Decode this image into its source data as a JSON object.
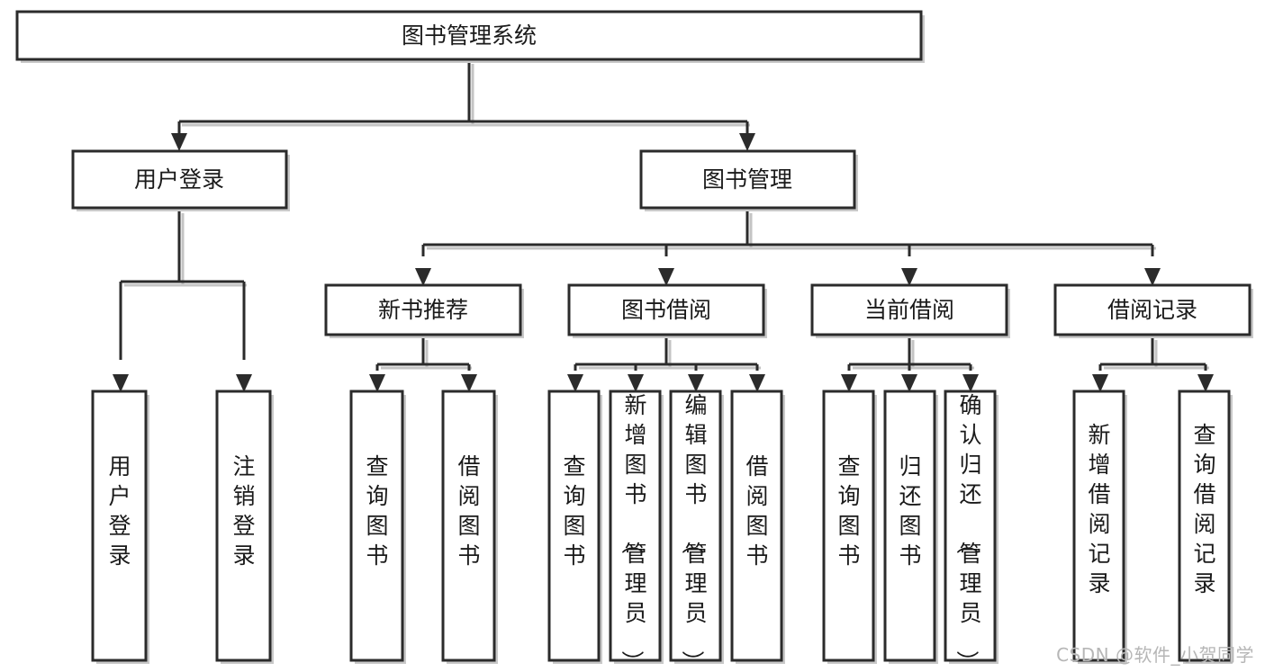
{
  "diagram": {
    "type": "tree-hierarchy",
    "title": "图书管理系统",
    "watermark": "CSDN @软件_小贺同学",
    "colors": {
      "stroke": "#2b2b2b",
      "fill": "#ffffff",
      "shadow": "#c9c9c9",
      "text": "#1a1a1a",
      "watermark": "#b6b6b6"
    },
    "levels": {
      "root": "图书管理系统",
      "level2": [
        "用户登录",
        "图书管理"
      ],
      "level3": [
        "新书推荐",
        "图书借阅",
        "当前借阅",
        "借阅记录"
      ]
    },
    "nodes": {
      "root": {
        "label": "图书管理系统",
        "orientation": "horizontal"
      },
      "user_login": {
        "label": "用户登录",
        "orientation": "horizontal"
      },
      "book_manage": {
        "label": "图书管理",
        "orientation": "horizontal"
      },
      "new_book_rec": {
        "label": "新书推荐",
        "orientation": "horizontal"
      },
      "book_borrow": {
        "label": "图书借阅",
        "orientation": "horizontal"
      },
      "current_borrow": {
        "label": "当前借阅",
        "orientation": "horizontal"
      },
      "borrow_record": {
        "label": "借阅记录",
        "orientation": "horizontal"
      },
      "leaf_user_login": {
        "label": "用户登录",
        "orientation": "vertical"
      },
      "leaf_logout": {
        "label": "注销登录",
        "orientation": "vertical"
      },
      "leaf_query_book_a": {
        "label": "查询图书",
        "orientation": "vertical"
      },
      "leaf_borrow_book_a": {
        "label": "借阅图书",
        "orientation": "vertical"
      },
      "leaf_query_book_b": {
        "label": "查询图书",
        "orientation": "vertical"
      },
      "leaf_add_book": {
        "label": "新增图书（管理员）",
        "orientation": "vertical"
      },
      "leaf_edit_book": {
        "label": "编辑图书（管理员）",
        "orientation": "vertical"
      },
      "leaf_borrow_book_b": {
        "label": "借阅图书",
        "orientation": "vertical"
      },
      "leaf_query_book_c": {
        "label": "查询图书",
        "orientation": "vertical"
      },
      "leaf_return_book": {
        "label": "归还图书",
        "orientation": "vertical"
      },
      "leaf_confirm_return": {
        "label": "确认归还（管理员）",
        "orientation": "vertical"
      },
      "leaf_add_record": {
        "label": "新增借阅记录",
        "orientation": "vertical"
      },
      "leaf_query_record": {
        "label": "查询借阅记录",
        "orientation": "vertical"
      }
    },
    "edges": [
      {
        "from": "图书管理系统",
        "to": "用户登录"
      },
      {
        "from": "图书管理系统",
        "to": "图书管理"
      },
      {
        "from": "用户登录",
        "to": "用户登录"
      },
      {
        "from": "用户登录",
        "to": "注销登录"
      },
      {
        "from": "图书管理",
        "to": "新书推荐"
      },
      {
        "from": "图书管理",
        "to": "图书借阅"
      },
      {
        "from": "图书管理",
        "to": "当前借阅"
      },
      {
        "from": "图书管理",
        "to": "借阅记录"
      },
      {
        "from": "新书推荐",
        "to": "查询图书"
      },
      {
        "from": "新书推荐",
        "to": "借阅图书"
      },
      {
        "from": "图书借阅",
        "to": "查询图书"
      },
      {
        "from": "图书借阅",
        "to": "新增图书（管理员）"
      },
      {
        "from": "图书借阅",
        "to": "编辑图书（管理员）"
      },
      {
        "from": "图书借阅",
        "to": "借阅图书"
      },
      {
        "from": "当前借阅",
        "to": "查询图书"
      },
      {
        "from": "当前借阅",
        "to": "归还图书"
      },
      {
        "from": "当前借阅",
        "to": "确认归还（管理员）"
      },
      {
        "from": "借阅记录",
        "to": "新增借阅记录"
      },
      {
        "from": "借阅记录",
        "to": "查询借阅记录"
      }
    ]
  }
}
